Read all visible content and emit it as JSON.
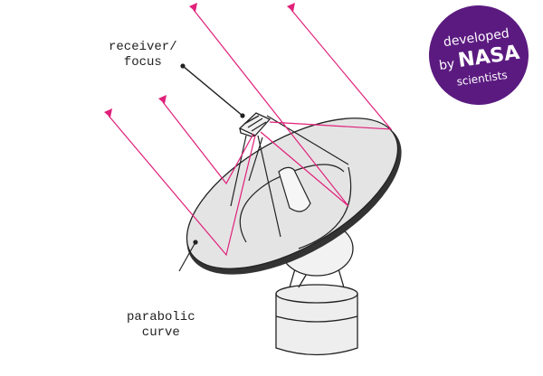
{
  "labels": {
    "receiver": "receiver/\nfocus",
    "receiver_line1": "receiver/",
    "receiver_line2": "focus",
    "parabolic_line1": "parabolic",
    "parabolic_line2": "curve"
  },
  "badge": {
    "line1": "developed",
    "by": "by",
    "nasa": "NASA",
    "line3": "scientists",
    "color": "#5b1a80"
  },
  "colors": {
    "ray": "#e0207a",
    "dish_fill": "#e4e4e4",
    "outline": "#222222"
  }
}
